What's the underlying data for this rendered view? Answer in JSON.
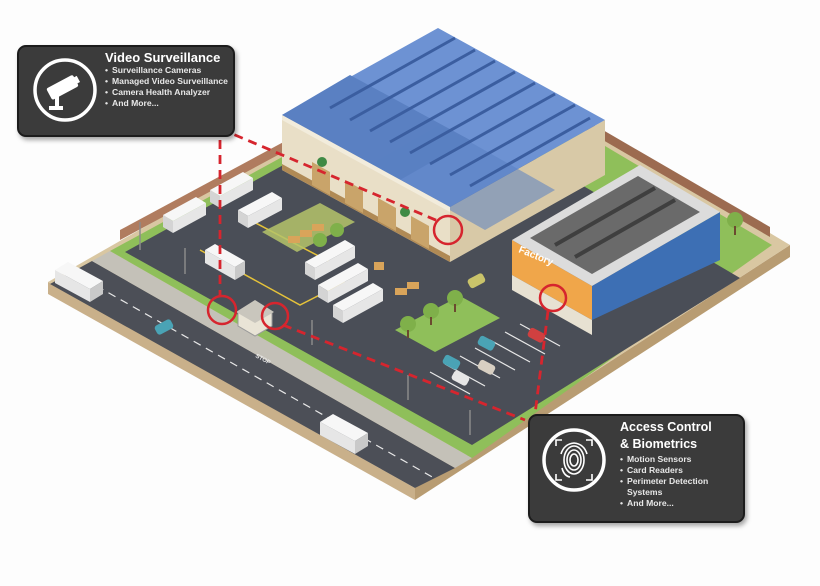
{
  "callouts": {
    "video": {
      "title": "Video Surveillance",
      "items": [
        "Surveillance Cameras",
        "Managed Video Surveillance",
        "Camera Health Analyzer",
        "And More..."
      ],
      "icon": "security-camera-icon"
    },
    "access": {
      "title_line1": "Access Control",
      "title_line2": "& Biometrics",
      "items": [
        "Motion Sensors",
        "Card Readers",
        "Perimeter Detection Systems",
        "And More..."
      ],
      "icon": "fingerprint-icon"
    }
  },
  "scene": {
    "factory_sign": "Factory",
    "stop_marking": "STOP"
  },
  "colors": {
    "callout_bg": "#3b3b3b",
    "highlight_red": "#d6252e",
    "roof_blue": "#5f86c9",
    "wall_cream": "#e9dfc7",
    "asphalt": "#4a4e57",
    "grass": "#8fbf5a"
  }
}
